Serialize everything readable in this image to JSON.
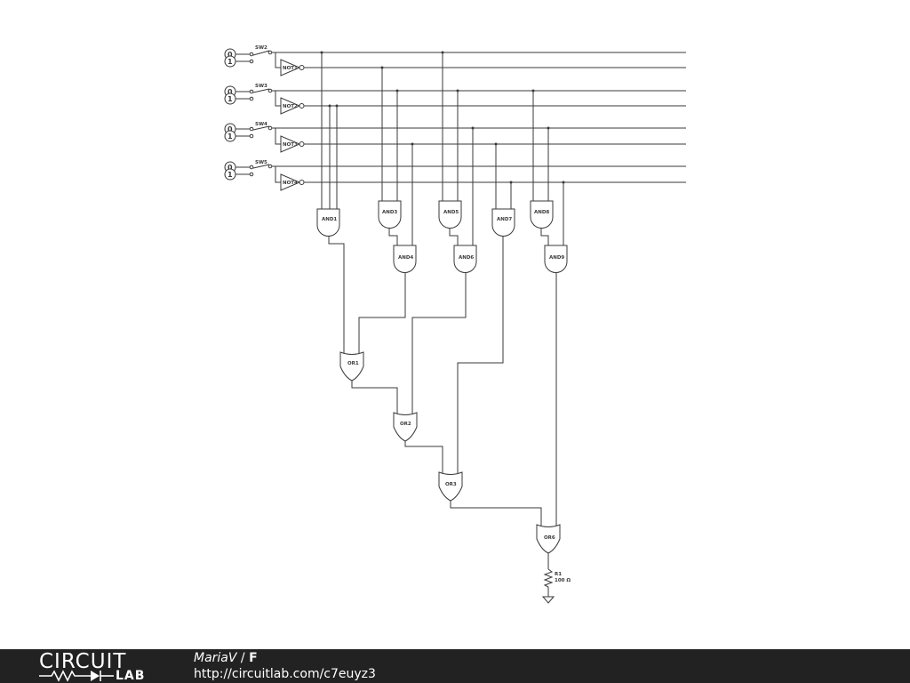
{
  "schematic": {
    "switches": [
      {
        "label": "SW2",
        "low": "0",
        "high": "1"
      },
      {
        "label": "SW3",
        "low": "0",
        "high": "1"
      },
      {
        "label": "SW4",
        "low": "0",
        "high": "1"
      },
      {
        "label": "SW5",
        "low": "0",
        "high": "1"
      }
    ],
    "inverters": [
      "NOT1",
      "NOT2",
      "NOT3",
      "NOT4"
    ],
    "and_gates": [
      "AND1",
      "AND3",
      "AND5",
      "AND7",
      "AND8",
      "AND4",
      "AND6",
      "AND9"
    ],
    "or_gates": [
      "OR1",
      "OR2",
      "OR3",
      "OR6"
    ],
    "resistor": {
      "label": "R1",
      "value": "100 Ω"
    }
  },
  "footer": {
    "logo_top": "CIRCUIT",
    "logo_bottom": "LAB",
    "author": "MariaV",
    "separator": " / ",
    "circuit_name": "F",
    "url": "http://circuitlab.com/c7euyz3"
  }
}
